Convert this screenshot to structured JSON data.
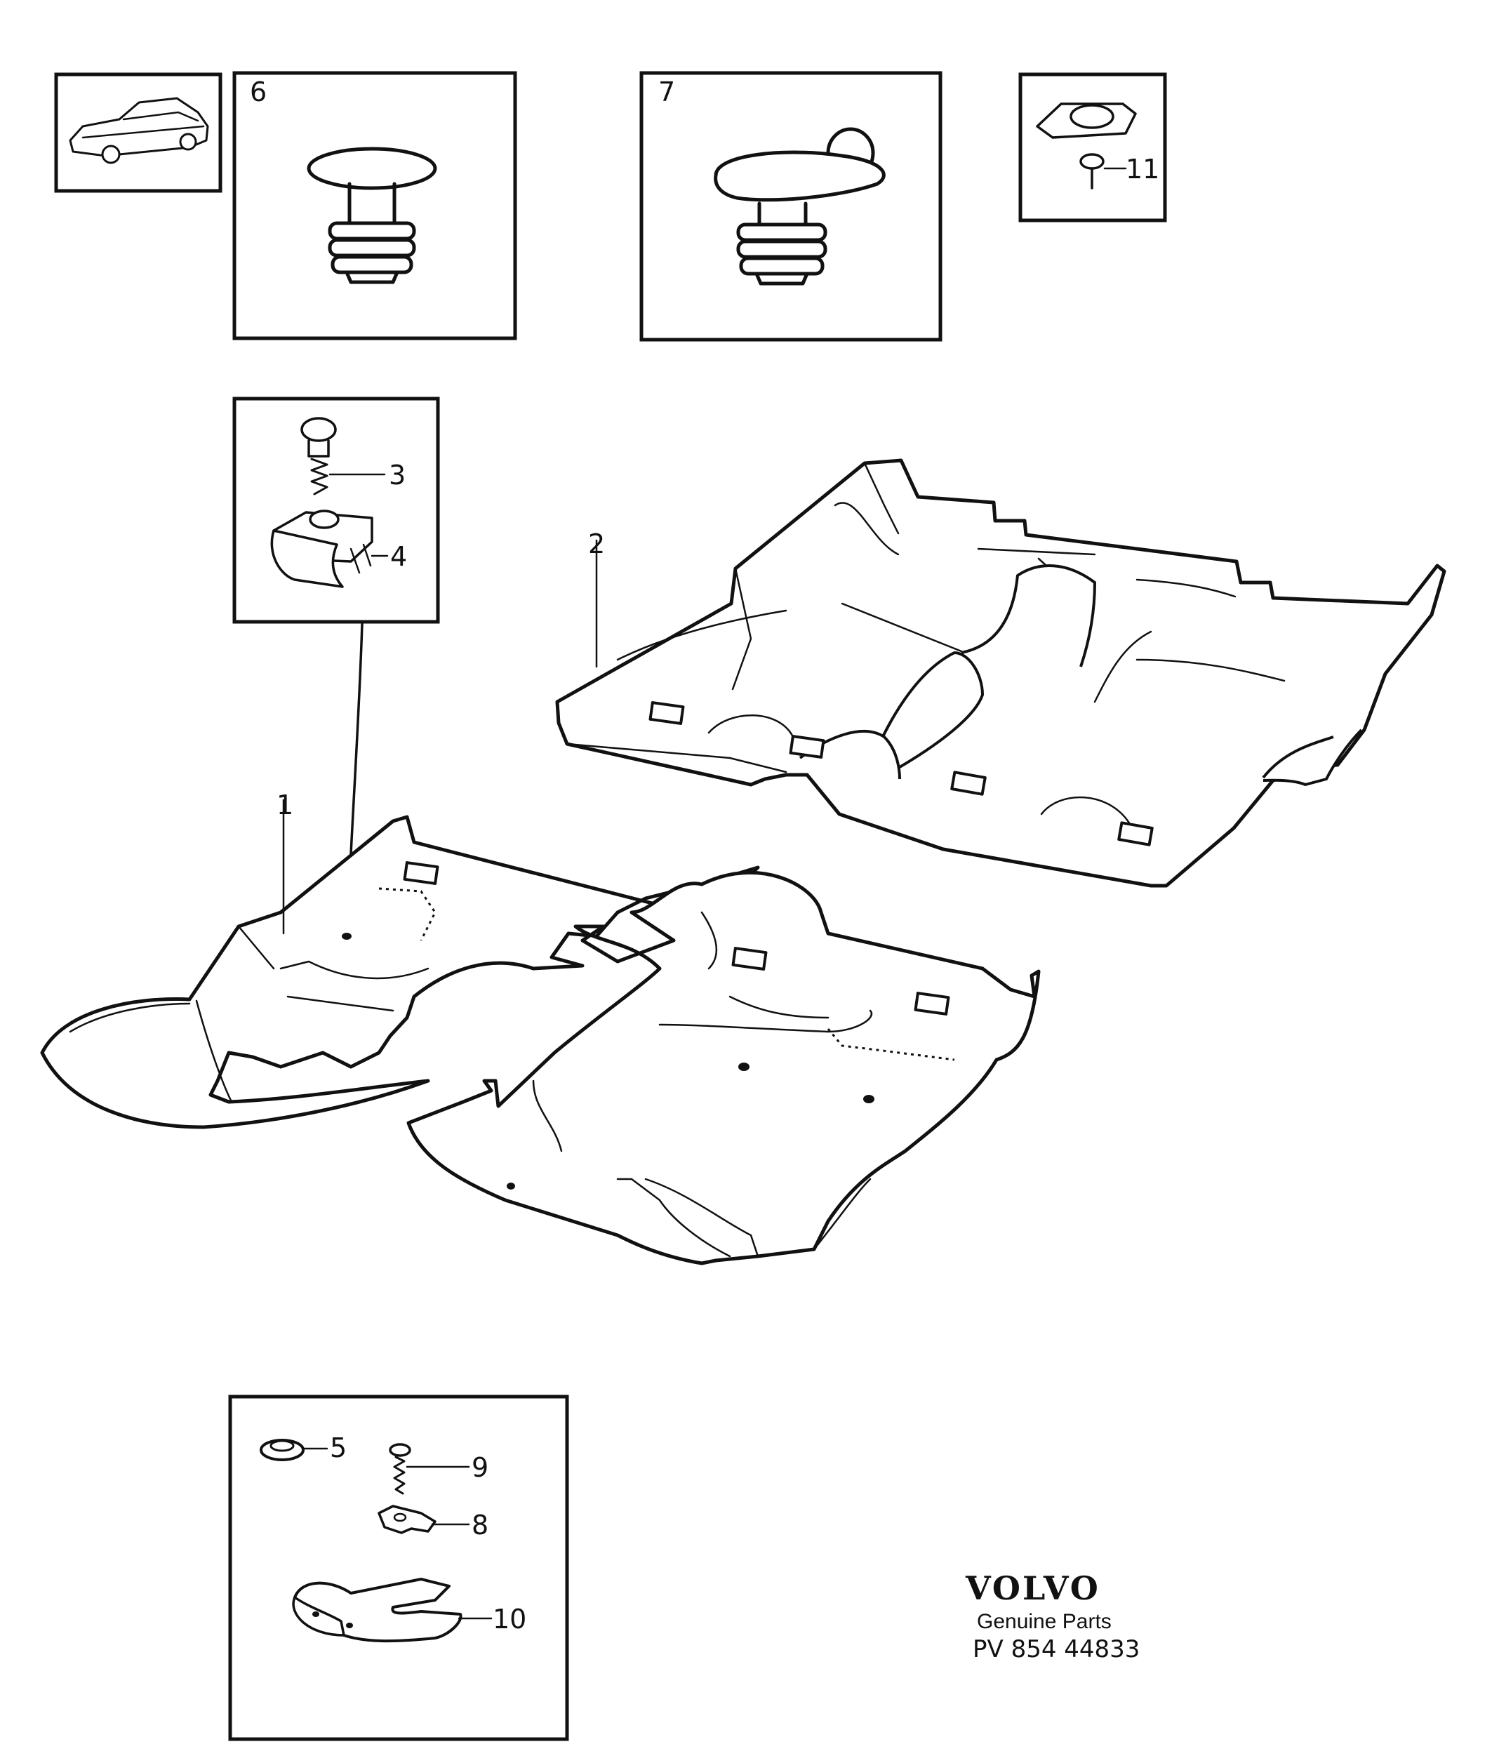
{
  "callouts": {
    "c1": "1",
    "c2": "2",
    "c3": "3",
    "c4": "4",
    "c5": "5",
    "c6": "6",
    "c7": "7",
    "c8": "8",
    "c9": "9",
    "c10": "10",
    "c11": "11"
  },
  "brand": {
    "logo": "VOLVO",
    "tagline": "Genuine Parts",
    "code": "PV 854 44833"
  },
  "icons": {
    "car_thumbnail": "car-side-view-icon",
    "clip_6": "push-clip-icon",
    "clip_7": "tab-clip-icon",
    "bracket_11": "plate-screw-icon"
  }
}
